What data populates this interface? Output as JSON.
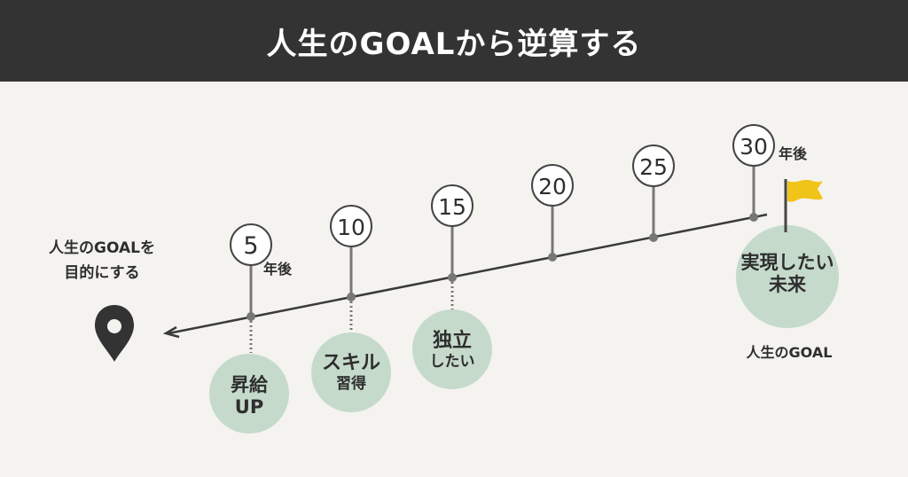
{
  "header": {
    "title": "人生のGOALから逆算する"
  },
  "left_label": {
    "line1": "人生のGOALを",
    "line2": "目的にする"
  },
  "years": [
    "5",
    "10",
    "15",
    "20",
    "25",
    "30"
  ],
  "year_suffix": "年後",
  "milestones": [
    {
      "line1": "昇給",
      "line2": "UP"
    },
    {
      "line1": "スキル",
      "line2": "習得"
    },
    {
      "line1": "独立",
      "line2": "したい"
    }
  ],
  "goal": {
    "line1": "実現したい",
    "line2": "未来",
    "caption": "人生のGOAL"
  },
  "colors": {
    "header_bg": "#333333",
    "page_bg": "#f4f3ef",
    "line": "#444444",
    "bubble": "#c5dacb",
    "flag": "#f0c419"
  }
}
